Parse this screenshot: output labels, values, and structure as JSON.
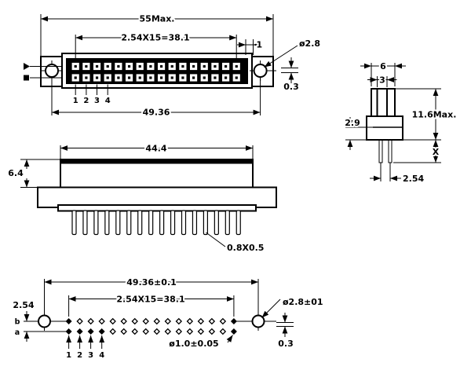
{
  "colors": {
    "background": "#ffffff",
    "line": "#000000"
  },
  "views": {
    "front": {
      "dims": {
        "overall_width": "55Max.",
        "contact_pitch": "2.54X15=38.1",
        "edge_gap": "1",
        "mount_hole_dia": "ø2.8",
        "center_offset": "0.3",
        "mount_hole_span": "49.36"
      },
      "pin_numbers": [
        "1",
        "2",
        "3",
        "4"
      ],
      "rows": 2,
      "pins_per_row": 16
    },
    "end": {
      "dims": {
        "body_width": "6",
        "slot_width": "3",
        "body_height": "11.6Max.",
        "base_step": "2.9",
        "pin_protrusion": "X",
        "pin_pitch": "2.54"
      }
    },
    "side": {
      "dims": {
        "insulator_width": "44.4",
        "insulator_height": "6.4",
        "pin_cross_section": "0.8X0.5"
      },
      "pin_count": 16
    },
    "bottom": {
      "dims": {
        "mount_hole_span": "49.36±0.1",
        "contact_pitch": "2.54X15=38.1",
        "row_pitch": "2.54",
        "mount_hole_dia": "ø2.8±01",
        "contact_hole_dia": "ø1.0±0.05",
        "center_offset": "0.3"
      },
      "row_labels": [
        "b",
        "a"
      ],
      "pin_numbers": [
        "1",
        "2",
        "3",
        "4"
      ],
      "holes_per_row": 16
    }
  }
}
